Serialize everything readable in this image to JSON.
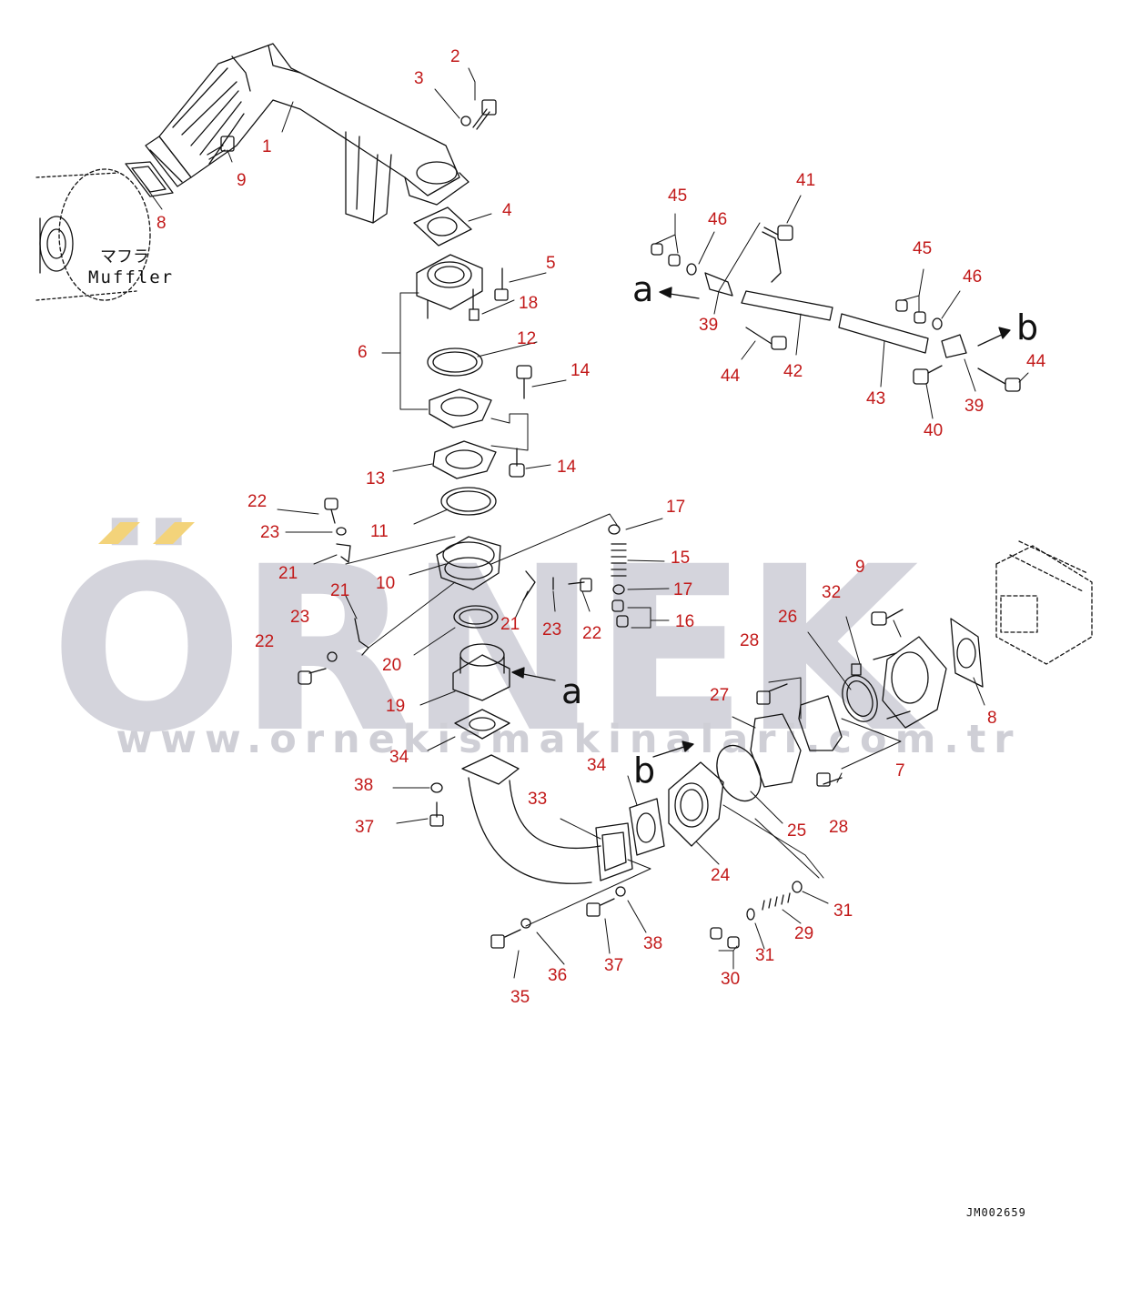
{
  "watermark": {
    "brand": "ÖRNEK",
    "url": "www.ornekismakinalari.com.tr",
    "brand_color": "#d4d4dc",
    "accent_color": "#f3d37a"
  },
  "diagram": {
    "muffler_jp": "マフラ",
    "muffler_en": "Muffler",
    "drawing_code": "JM002659",
    "ref_letters": [
      "a",
      "b"
    ],
    "callouts": [
      {
        "id": "c1",
        "t": "1"
      },
      {
        "id": "c2",
        "t": "2"
      },
      {
        "id": "c3",
        "t": "3"
      },
      {
        "id": "c4",
        "t": "4"
      },
      {
        "id": "c5",
        "t": "5"
      },
      {
        "id": "c6",
        "t": "6"
      },
      {
        "id": "c7",
        "t": "7"
      },
      {
        "id": "c8a",
        "t": "8"
      },
      {
        "id": "c8b",
        "t": "8"
      },
      {
        "id": "c9a",
        "t": "9"
      },
      {
        "id": "c9b",
        "t": "9"
      },
      {
        "id": "c10",
        "t": "10"
      },
      {
        "id": "c11",
        "t": "11"
      },
      {
        "id": "c12",
        "t": "12"
      },
      {
        "id": "c13",
        "t": "13"
      },
      {
        "id": "c14a",
        "t": "14"
      },
      {
        "id": "c14b",
        "t": "14"
      },
      {
        "id": "c15",
        "t": "15"
      },
      {
        "id": "c16",
        "t": "16"
      },
      {
        "id": "c17a",
        "t": "17"
      },
      {
        "id": "c17b",
        "t": "17"
      },
      {
        "id": "c18",
        "t": "18"
      },
      {
        "id": "c19",
        "t": "19"
      },
      {
        "id": "c20",
        "t": "20"
      },
      {
        "id": "c21a",
        "t": "21"
      },
      {
        "id": "c21b",
        "t": "21"
      },
      {
        "id": "c21c",
        "t": "21"
      },
      {
        "id": "c22a",
        "t": "22"
      },
      {
        "id": "c22b",
        "t": "22"
      },
      {
        "id": "c22c",
        "t": "22"
      },
      {
        "id": "c23a",
        "t": "23"
      },
      {
        "id": "c23b",
        "t": "23"
      },
      {
        "id": "c23c",
        "t": "23"
      },
      {
        "id": "c24",
        "t": "24"
      },
      {
        "id": "c25",
        "t": "25"
      },
      {
        "id": "c26",
        "t": "26"
      },
      {
        "id": "c27",
        "t": "27"
      },
      {
        "id": "c28a",
        "t": "28"
      },
      {
        "id": "c28b",
        "t": "28"
      },
      {
        "id": "c29",
        "t": "29"
      },
      {
        "id": "c30",
        "t": "30"
      },
      {
        "id": "c31a",
        "t": "31"
      },
      {
        "id": "c31b",
        "t": "31"
      },
      {
        "id": "c32",
        "t": "32"
      },
      {
        "id": "c33",
        "t": "33"
      },
      {
        "id": "c34a",
        "t": "34"
      },
      {
        "id": "c34b",
        "t": "34"
      },
      {
        "id": "c35",
        "t": "35"
      },
      {
        "id": "c36",
        "t": "36"
      },
      {
        "id": "c37",
        "t": "37"
      },
      {
        "id": "c38a",
        "t": "38"
      },
      {
        "id": "c38b",
        "t": "38"
      },
      {
        "id": "c39a",
        "t": "39"
      },
      {
        "id": "c39b",
        "t": "39"
      },
      {
        "id": "c40",
        "t": "40"
      },
      {
        "id": "c41",
        "t": "41"
      },
      {
        "id": "c42",
        "t": "42"
      },
      {
        "id": "c43",
        "t": "43"
      },
      {
        "id": "c44a",
        "t": "44"
      },
      {
        "id": "c44b",
        "t": "44"
      },
      {
        "id": "c45a",
        "t": "45"
      },
      {
        "id": "c45b",
        "t": "45"
      },
      {
        "id": "c46a",
        "t": "46"
      },
      {
        "id": "c46b",
        "t": "46"
      }
    ],
    "callout_color": "#c21a1a",
    "line_color": "#111111"
  }
}
